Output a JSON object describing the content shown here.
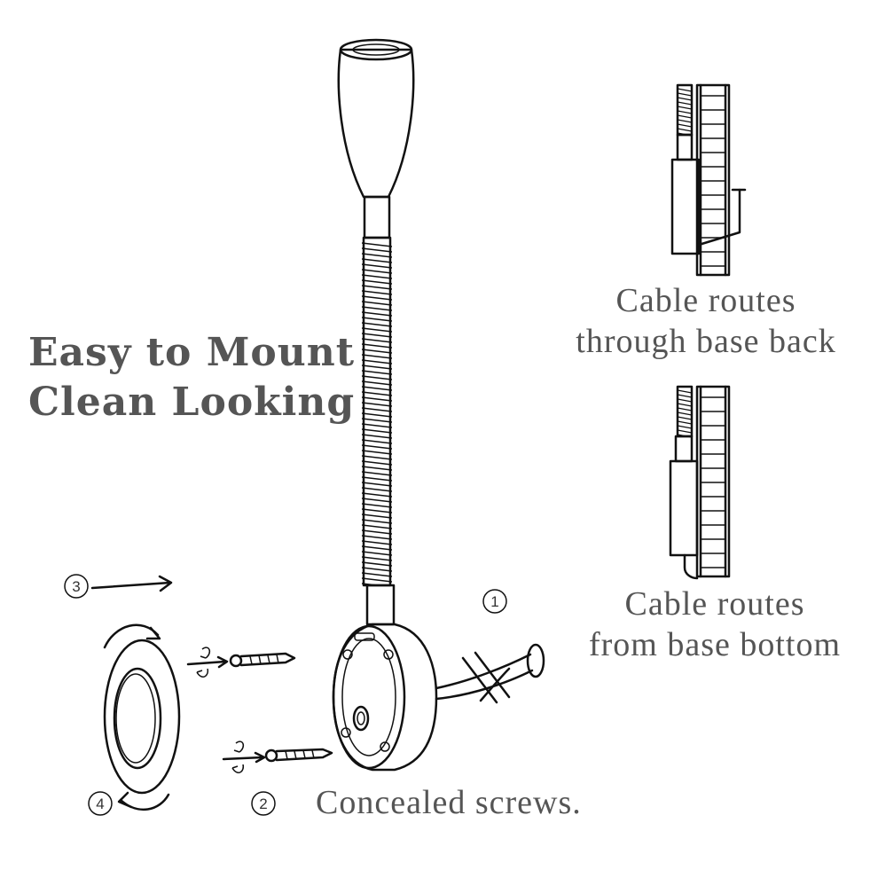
{
  "headline": {
    "line1": "Easy to Mount",
    "line2": "Clean Looking"
  },
  "captions": {
    "back_line1": "Cable routes",
    "back_line2": "through base back",
    "bottom_line1": "Cable routes",
    "bottom_line2": "from base bottom",
    "screws": "Concealed screws."
  },
  "steps": [
    "①",
    "②",
    "③",
    "④"
  ],
  "colors": {
    "ink": "#111111",
    "text": "#555555",
    "background": "#ffffff"
  }
}
